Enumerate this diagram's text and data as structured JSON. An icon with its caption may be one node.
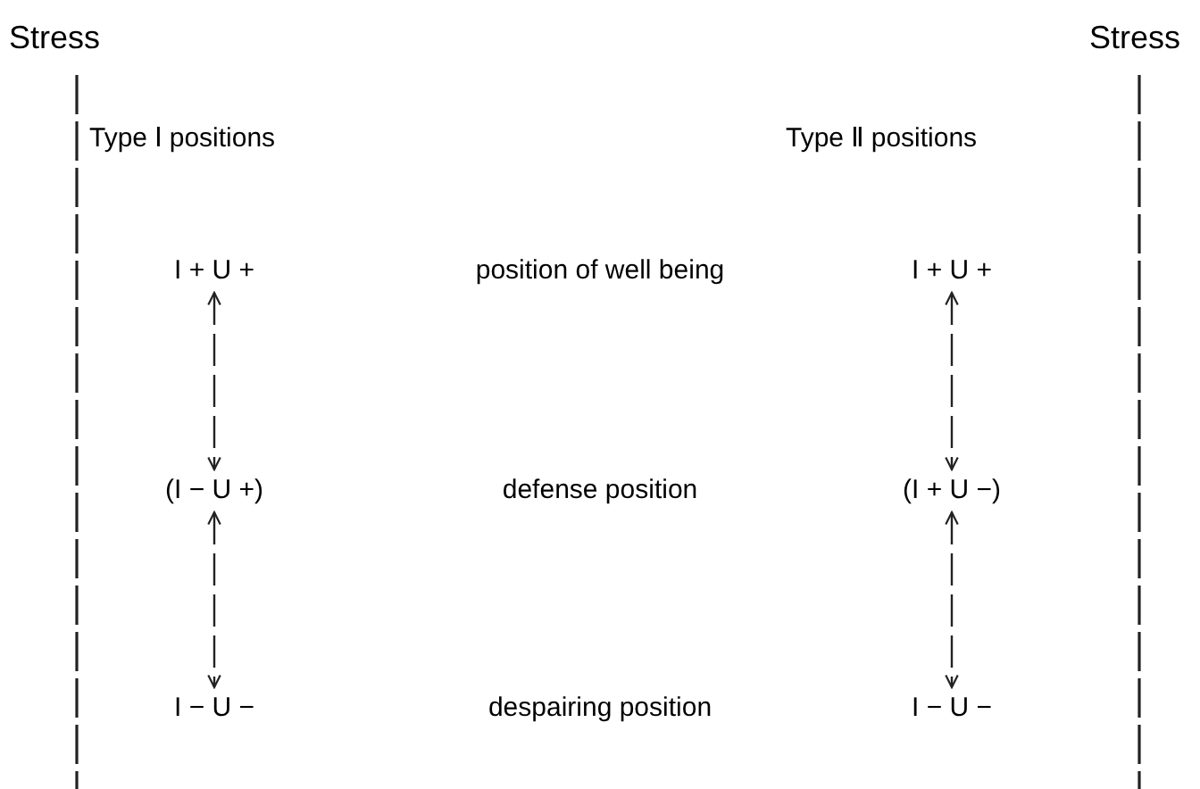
{
  "diagram": {
    "nodes": [
      {
        "text": [
          "I + U +"
        ]
      },
      {
        "text": [
          "(I − U +)"
        ]
      },
      {
        "text": [
          "I − U −"
        ]
      },
      {
        "text": [
          "I + U +"
        ]
      },
      {
        "text": [
          "(I + U −)"
        ]
      },
      {
        "text": [
          "I − U −"
        ]
      }
    ],
    "edges": [
      {
        "from": 0,
        "to": 1,
        "arrow": "both",
        "style": "dashed"
      },
      {
        "from": 1,
        "to": 2,
        "arrow": "both",
        "style": "dashed"
      },
      {
        "from": 3,
        "to": 4,
        "arrow": "both",
        "style": "dashed"
      },
      {
        "from": 4,
        "to": 5,
        "arrow": "both",
        "style": "dashed"
      }
    ],
    "labels": [
      "Stress",
      "Stress",
      "Type Ⅰ positions",
      "Type Ⅱ positions",
      "position of well being",
      "defense position",
      "despairing position"
    ]
  }
}
